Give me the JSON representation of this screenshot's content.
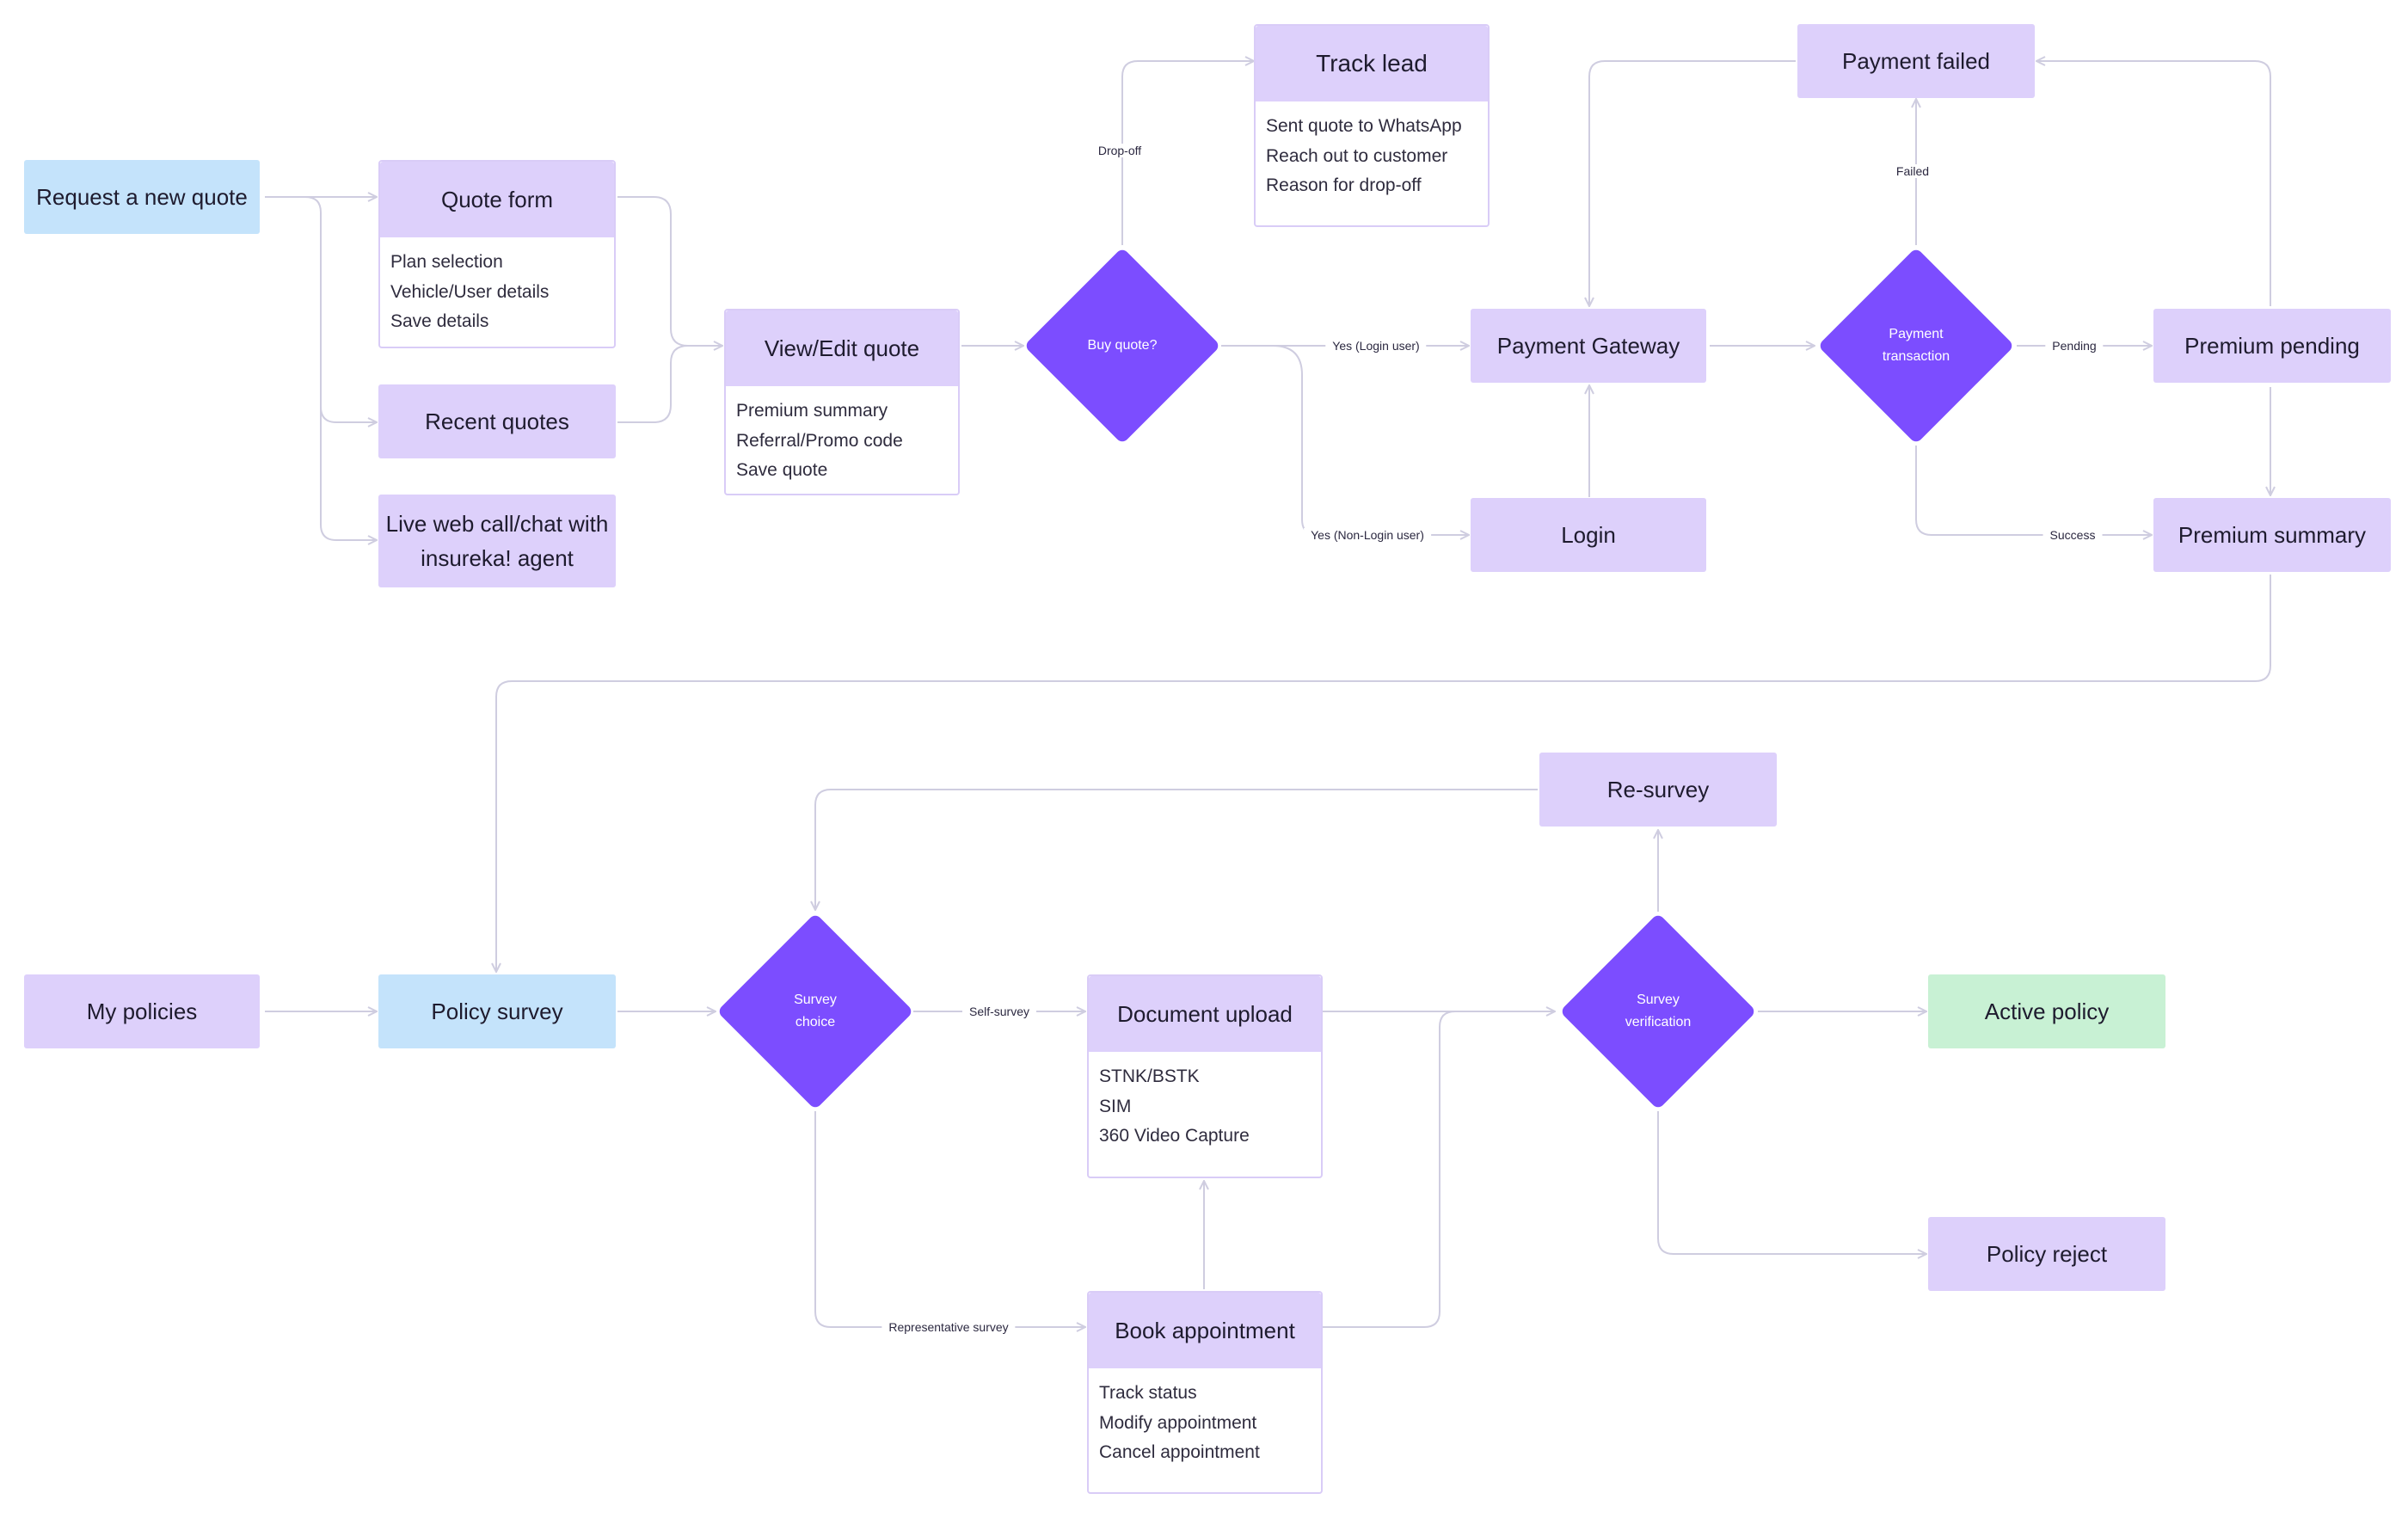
{
  "nodes": {
    "request_quote": "Request a new quote",
    "quote_form": {
      "title": "Quote form",
      "items": [
        "Plan selection",
        "Vehicle/User details",
        "Save details"
      ]
    },
    "recent_quotes": "Recent quotes",
    "live_agent": {
      "line1": "Live web call/chat with",
      "line2": "insureka! agent"
    },
    "view_edit_quote": {
      "title": "View/Edit quote",
      "items": [
        "Premium summary",
        "Referral/Promo code",
        "Save quote"
      ]
    },
    "buy_quote": "Buy quote?",
    "track_lead": {
      "title": "Track lead",
      "items": [
        "Sent quote to WhatsApp",
        "Reach out to customer",
        "Reason for drop-off"
      ]
    },
    "payment_gateway": "Payment Gateway",
    "login": "Login",
    "payment_failed": "Payment failed",
    "payment_transaction": {
      "line1": "Payment",
      "line2": "transaction"
    },
    "premium_pending": "Premium pending",
    "premium_summary": "Premium summary",
    "my_policies": "My policies",
    "policy_survey": "Policy survey",
    "survey_choice": {
      "line1": "Survey",
      "line2": "choice"
    },
    "document_upload": {
      "title": "Document upload",
      "items": [
        "STNK/BSTK",
        "SIM",
        "360 Video Capture"
      ]
    },
    "book_appointment": {
      "title": "Book appointment",
      "items": [
        "Track status",
        "Modify appointment",
        "Cancel appointment"
      ]
    },
    "re_survey": "Re-survey",
    "survey_verification": {
      "line1": "Survey",
      "line2": "verification"
    },
    "active_policy": "Active policy",
    "policy_reject": "Policy reject"
  },
  "edges": {
    "drop_off": "Drop-off",
    "yes_login": "Yes (Login user)",
    "yes_non_login": "Yes (Non-Login user)",
    "failed": "Failed",
    "pending": "Pending",
    "success": "Success",
    "self_survey": "Self-survey",
    "representative_survey": "Representative survey"
  },
  "colors": {
    "process": "#ddd0fb",
    "start_end": "#c4e3fb",
    "success_end": "#c8f1d4",
    "decision": "#7c4dff",
    "connector": "#cfcde0"
  }
}
